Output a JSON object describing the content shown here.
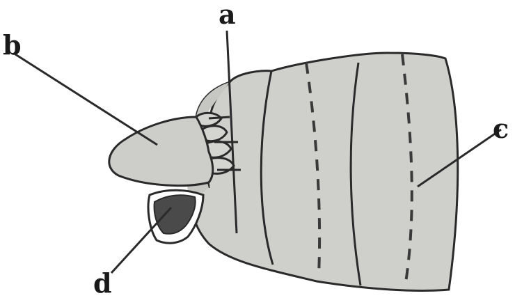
{
  "diagram": {
    "labels": {
      "a": "a",
      "b": "b",
      "c": "c",
      "d": "d"
    }
  }
}
